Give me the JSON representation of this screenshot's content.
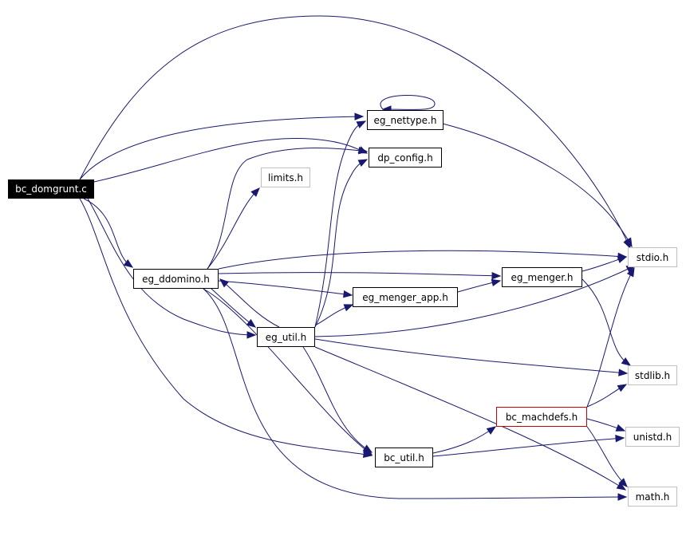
{
  "colors": {
    "edge": "#191970",
    "root_bg": "#000000",
    "highlight_border": "#cc0000",
    "external_border": "#bfbfbf"
  },
  "nodes": {
    "bc_domgrunt": {
      "label": "bc_domgrunt.c"
    },
    "eg_nettype": {
      "label": "eg_nettype.h"
    },
    "dp_config": {
      "label": "dp_config.h"
    },
    "limits": {
      "label": "limits.h"
    },
    "eg_ddomino": {
      "label": "eg_ddomino.h"
    },
    "eg_menger": {
      "label": "eg_menger.h"
    },
    "eg_menger_app": {
      "label": "eg_menger_app.h"
    },
    "eg_util": {
      "label": "eg_util.h"
    },
    "stdio": {
      "label": "stdio.h"
    },
    "stdlib": {
      "label": "stdlib.h"
    },
    "bc_machdefs": {
      "label": "bc_machdefs.h"
    },
    "unistd": {
      "label": "unistd.h"
    },
    "bc_util": {
      "label": "bc_util.h"
    },
    "math": {
      "label": "math.h"
    }
  }
}
